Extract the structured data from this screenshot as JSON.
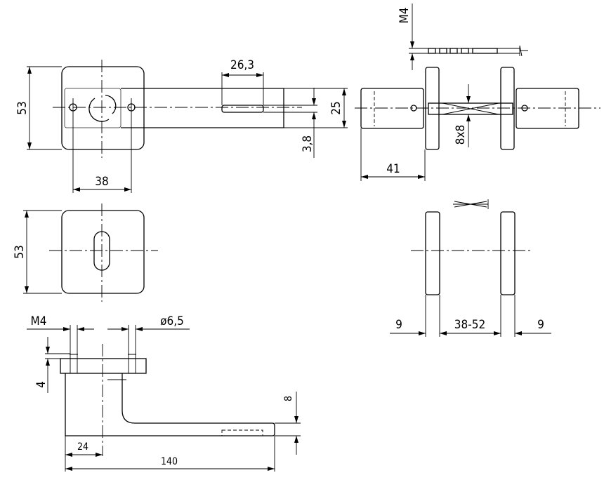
{
  "drawing": {
    "front_view": {
      "height": "53",
      "screw_spacing": "38",
      "slot_length": "26,3",
      "lever_width": "25",
      "slot_width": "3,8"
    },
    "top_view": {
      "screw_thread": "M4",
      "lever_depth": "41",
      "spindle": "8x8"
    },
    "rosette_side_view": {
      "rosette_left": "9",
      "door_thickness": "38-52",
      "rosette_right": "9"
    },
    "keyhole_view": {
      "height": "53"
    },
    "lever_side_view": {
      "screw_thread": "M4",
      "hole_diameter": "ø6,5",
      "plate_thickness": "4",
      "lever_thickness": "8",
      "offset": "24",
      "length": "140"
    }
  }
}
